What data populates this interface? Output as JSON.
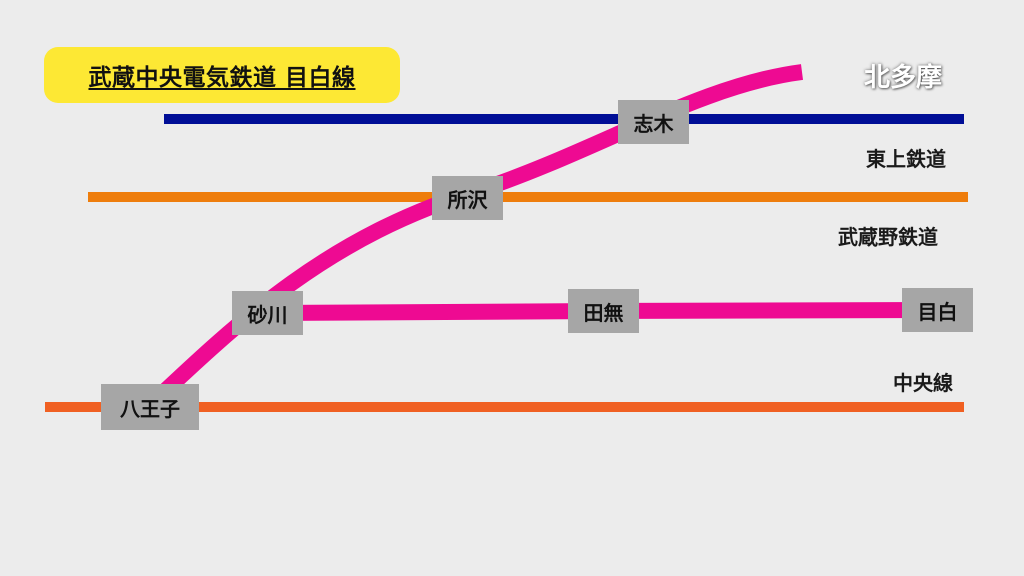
{
  "title": "武蔵中央電気鉄道 目白線",
  "region": "北多摩",
  "lines": {
    "tojo": {
      "label": "東上鉄道",
      "color": "#000e96"
    },
    "musashino": {
      "label": "武蔵野鉄道",
      "color": "#ee7d0c"
    },
    "chuo": {
      "label": "中央線",
      "color": "#f06022"
    },
    "mejiro": {
      "label": "",
      "color": "#ee0a92"
    }
  },
  "stations": {
    "shiki": "志木",
    "tokorozawa": "所沢",
    "sunagawa": "砂川",
    "tanashi": "田無",
    "mejiro": "目白",
    "hachioji": "八王子"
  },
  "colors": {
    "background": "#ececec",
    "title_badge": "#fde834",
    "station_box": "#a6a6a6"
  }
}
